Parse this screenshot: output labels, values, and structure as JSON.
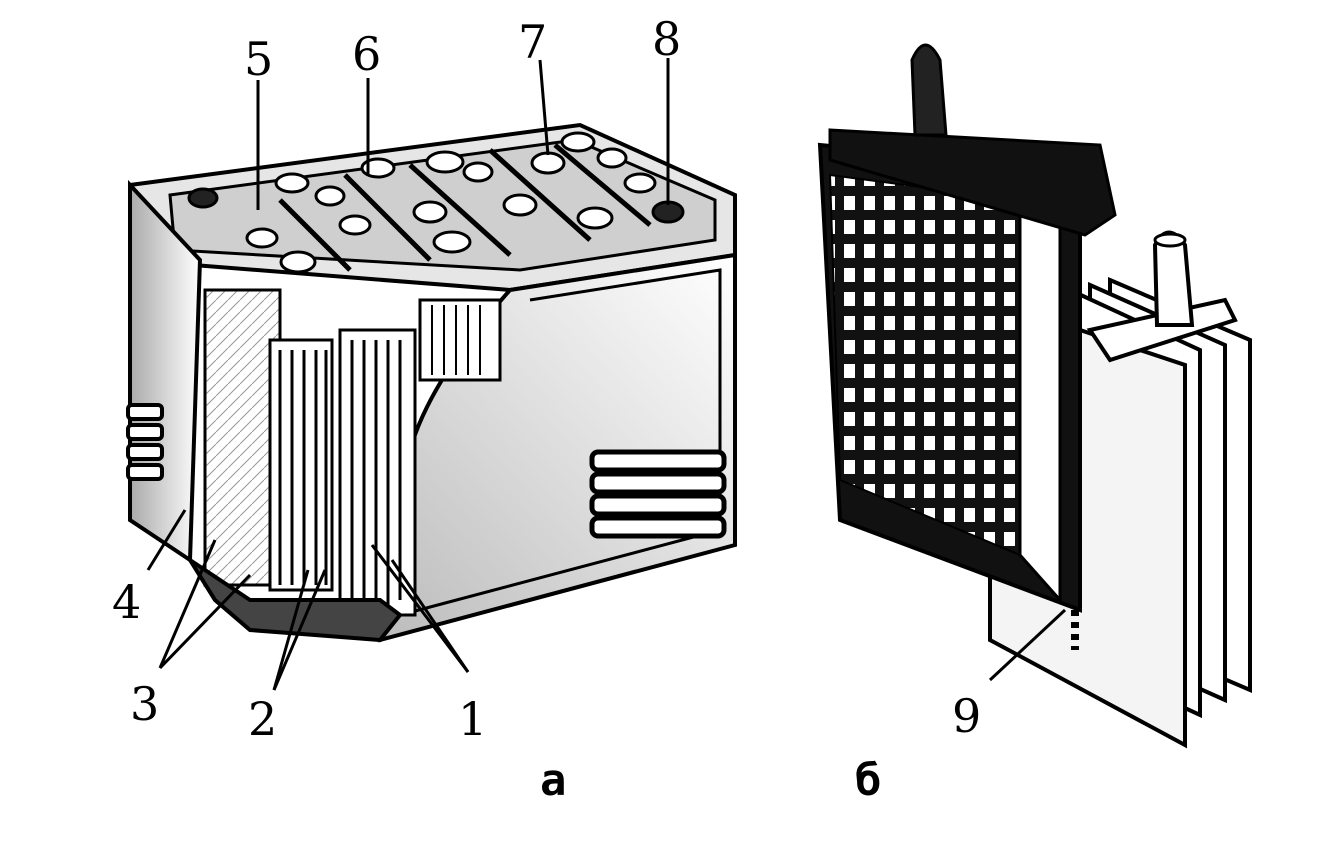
{
  "figure": {
    "callouts": {
      "n1": "1",
      "n2": "2",
      "n3": "3",
      "n4": "4",
      "n5": "5",
      "n6": "6",
      "n7": "7",
      "n8": "8",
      "n9": "9"
    },
    "subfigures": {
      "a": "а",
      "b": "б"
    },
    "colors": {
      "ink": "#000000",
      "paper": "#ffffff",
      "shade": "#cfcfcf",
      "dark": "#555555"
    }
  }
}
